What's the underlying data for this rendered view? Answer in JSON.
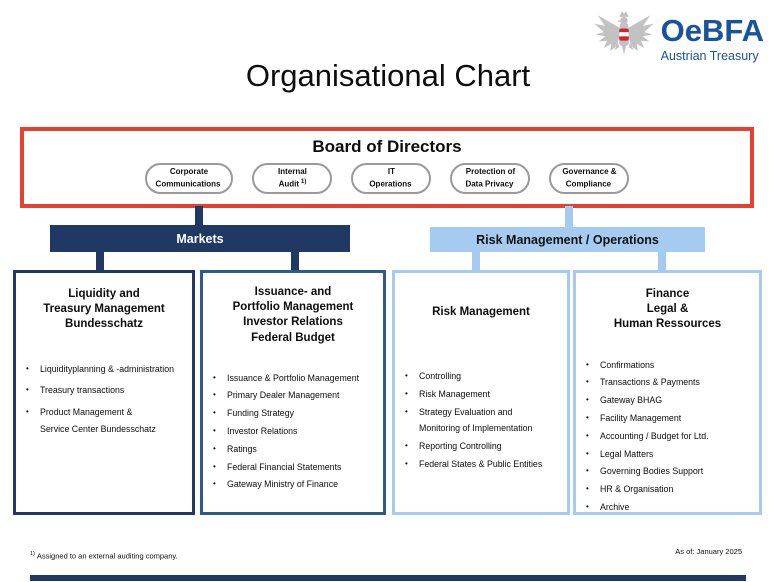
{
  "logo": {
    "brand": "OeBFA",
    "tagline": "Austrian Treasury"
  },
  "page_title": "Organisational Chart",
  "board": {
    "title": "Board of Directors",
    "units": [
      {
        "label": "Corporate\nCommunications",
        "sup": ""
      },
      {
        "label": "Internal\nAudit",
        "sup": "1)"
      },
      {
        "label": "IT\nOperations",
        "sup": ""
      },
      {
        "label": "Protection of\nData Privacy",
        "sup": ""
      },
      {
        "label": "Governance &\nCompliance",
        "sup": ""
      }
    ]
  },
  "branches": [
    {
      "label": "Markets"
    },
    {
      "label": "Risk Management / Operations"
    }
  ],
  "departments": [
    {
      "title": "Liquidity and\nTreasury Management\nBundesschatz",
      "bullets": [
        "Liquidityplanning & -administration",
        "Treasury transactions",
        "Product Management &\n Service Center Bundesschatz"
      ]
    },
    {
      "title": "Issuance- and\nPortfolio Management\nInvestor Relations\nFederal Budget",
      "bullets": [
        "Issuance & Portfolio Management",
        "Primary Dealer Management",
        "Funding Strategy",
        "Investor Relations",
        "Ratings",
        "Federal Financial Statements",
        "Gateway Ministry of Finance"
      ]
    },
    {
      "title": "Risk Management",
      "bullets": [
        "Controlling",
        "Risk Management",
        "Strategy Evaluation and\nMonitoring of Implementation",
        "Reporting Controlling",
        "Federal States & Public Entities"
      ]
    },
    {
      "title": "Finance\nLegal &\nHuman Ressources",
      "bullets": [
        "Confirmations",
        "Transactions & Payments",
        "Gateway BHAG",
        "Facility Management",
        "Accounting / Budget for Ltd.",
        "Legal Matters",
        "Governing Bodies Support",
        "HR & Organisation",
        "Archive"
      ]
    }
  ],
  "footnote": {
    "marker": "1)",
    "text": "Assigned to an external auditing company."
  },
  "as_of": "As of: January 2025",
  "colors": {
    "accent_red": "#E6402E",
    "navy": "#1F3864",
    "medium_blue": "#2E5C8A",
    "light_blue": "#A6CBF0",
    "brand_blue": "#17549B",
    "eagle_gray": "#C2C2C2",
    "shield_red": "#D2232A"
  }
}
